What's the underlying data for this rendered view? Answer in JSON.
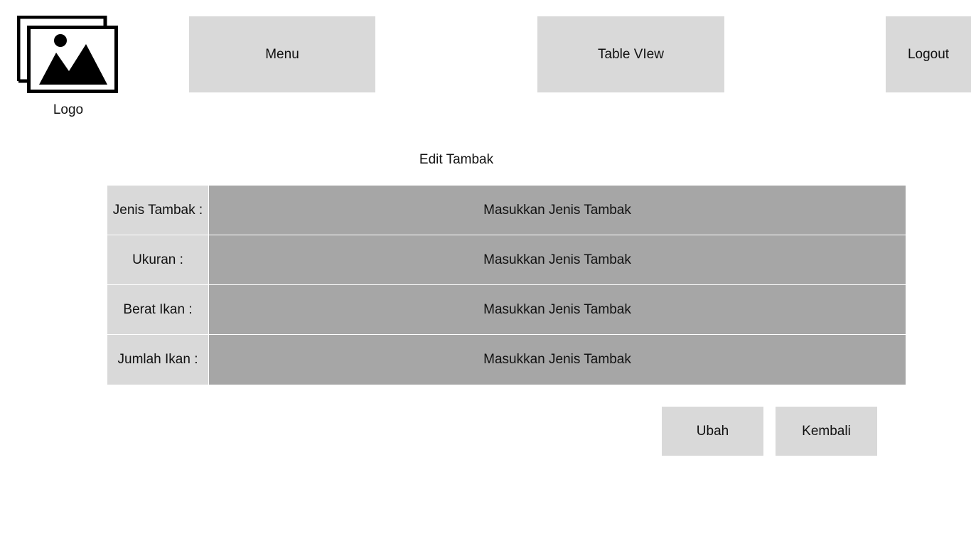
{
  "logo": {
    "label": "Logo",
    "icon": "image-placeholder-icon"
  },
  "nav": {
    "menu_label": "Menu",
    "table_view_label": "Table VIew",
    "logout_label": "Logout"
  },
  "form": {
    "title": "Edit Tambak",
    "rows": [
      {
        "label": "Jenis Tambak :",
        "placeholder": "Masukkan Jenis Tambak",
        "value": ""
      },
      {
        "label": "Ukuran :",
        "placeholder": "Masukkan Jenis Tambak",
        "value": ""
      },
      {
        "label": "Berat Ikan :",
        "placeholder": "Masukkan Jenis Tambak",
        "value": ""
      },
      {
        "label": "Jumlah Ikan :",
        "placeholder": "Masukkan Jenis Tambak",
        "value": ""
      }
    ]
  },
  "actions": {
    "ubah_label": "Ubah",
    "kembali_label": "Kembali"
  },
  "colors": {
    "button_bg": "#d9d9d9",
    "input_bg": "#a6a6a6",
    "text": "#111111"
  }
}
